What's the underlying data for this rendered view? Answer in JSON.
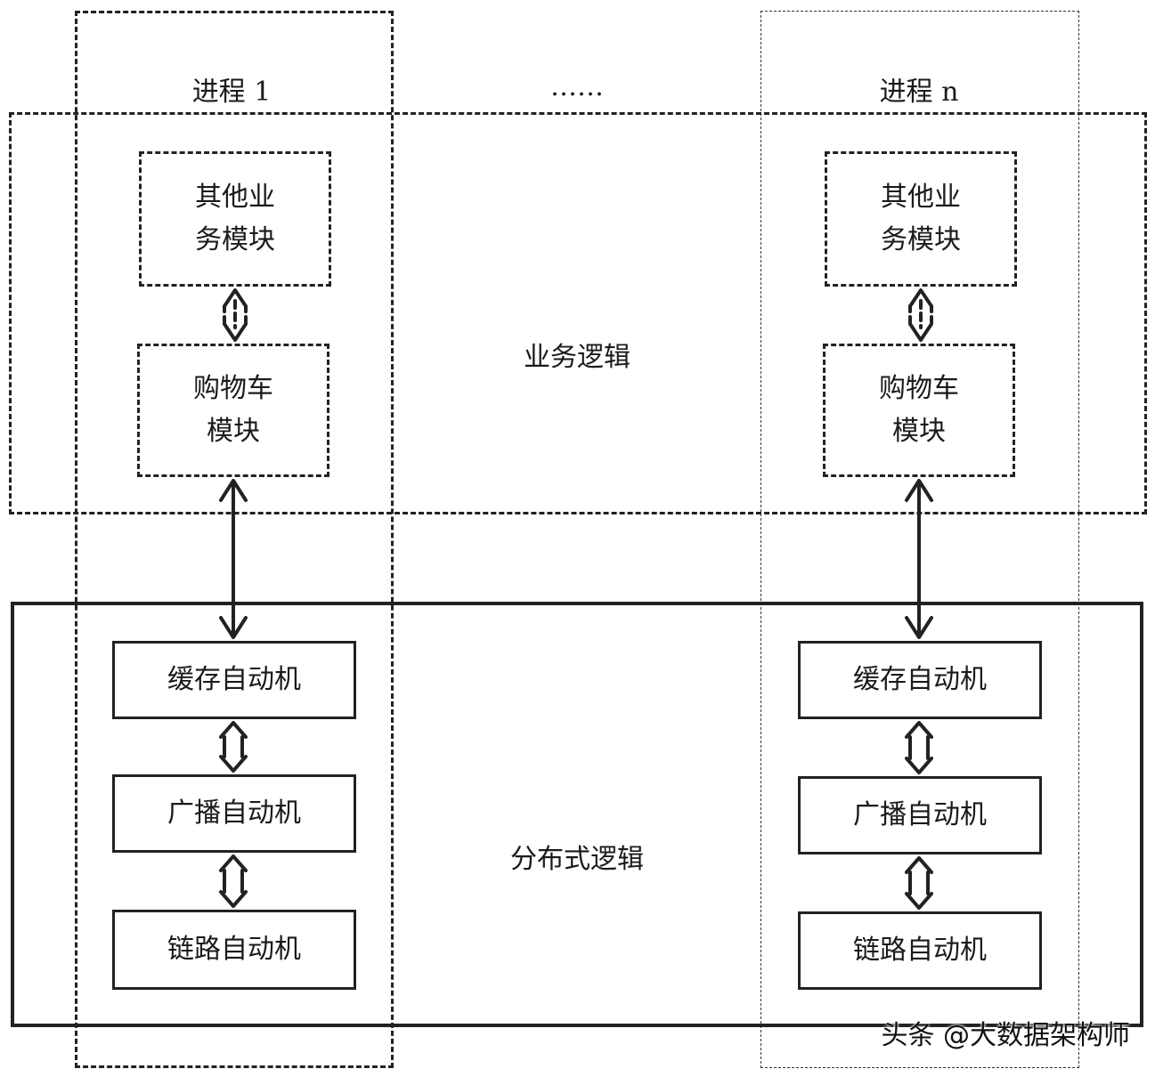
{
  "headers": {
    "process_1": "进程 1",
    "ellipsis": "……",
    "process_n": "进程 n"
  },
  "layers": {
    "business": "业务逻辑",
    "distributed": "分布式逻辑"
  },
  "modules": {
    "other_business": "其他业\n务模块",
    "shopping_cart": "购物车\n模块"
  },
  "automata": {
    "cache": "缓存自动机",
    "broadcast": "广播自动机",
    "link": "链路自动机"
  },
  "watermark": "头条 @大数据架构师"
}
